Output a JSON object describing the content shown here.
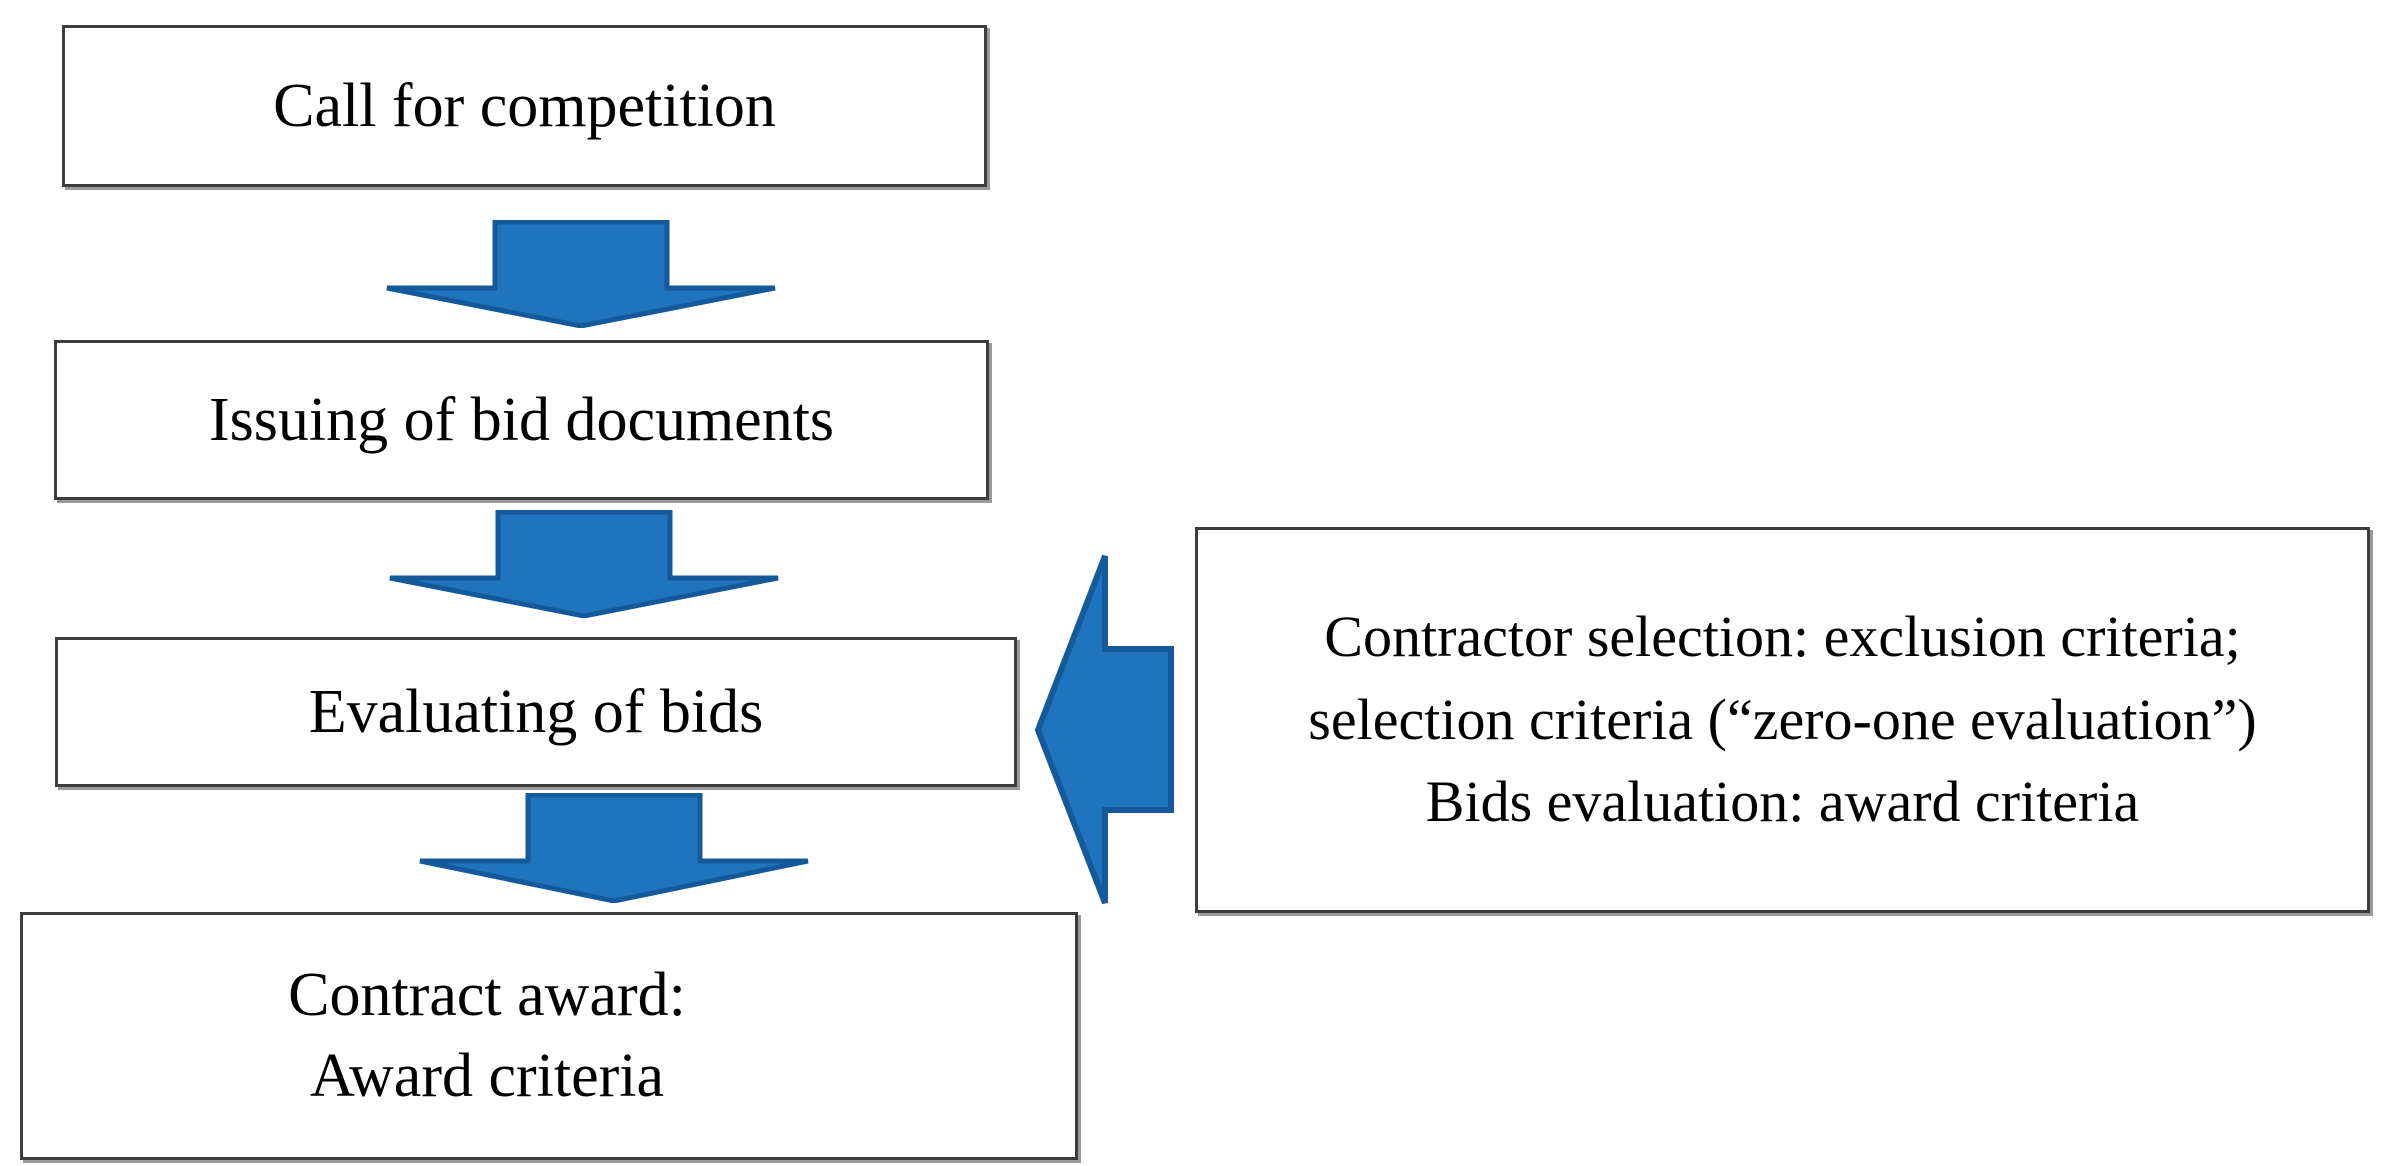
{
  "diagram": {
    "title": "Procurement process flowchart",
    "type": "flowchart",
    "colors": {
      "arrow_fill": "#1f74bd",
      "arrow_stroke": "#145a9a",
      "box_border": "#3c3c3c",
      "box_shadow": "#9a9a9a",
      "box_background": "#ffffff",
      "text": "#000000"
    }
  },
  "nodes": {
    "call_for_competition": {
      "label": "Call for competition"
    },
    "issuing_bid_documents": {
      "label": "Issuing of bid documents"
    },
    "evaluating_bids": {
      "label": "Evaluating of bids"
    },
    "contract_award": {
      "label": "Contract award:\nAward criteria"
    },
    "criteria_note": {
      "label": "Contractor selection: exclusion criteria; selection criteria (“zero-one evaluation”)\nBids evaluation: award criteria"
    }
  },
  "arrows": [
    {
      "name": "arrow-call-to-issuing",
      "direction": "down",
      "from": "call_for_competition",
      "to": "issuing_bid_documents"
    },
    {
      "name": "arrow-issuing-to-evaluating",
      "direction": "down",
      "from": "issuing_bid_documents",
      "to": "evaluating_bids"
    },
    {
      "name": "arrow-evaluating-to-award",
      "direction": "down",
      "from": "evaluating_bids",
      "to": "contract_award"
    },
    {
      "name": "arrow-criteria-to-evaluating",
      "direction": "left",
      "from": "criteria_note",
      "to": "evaluating_bids"
    }
  ]
}
